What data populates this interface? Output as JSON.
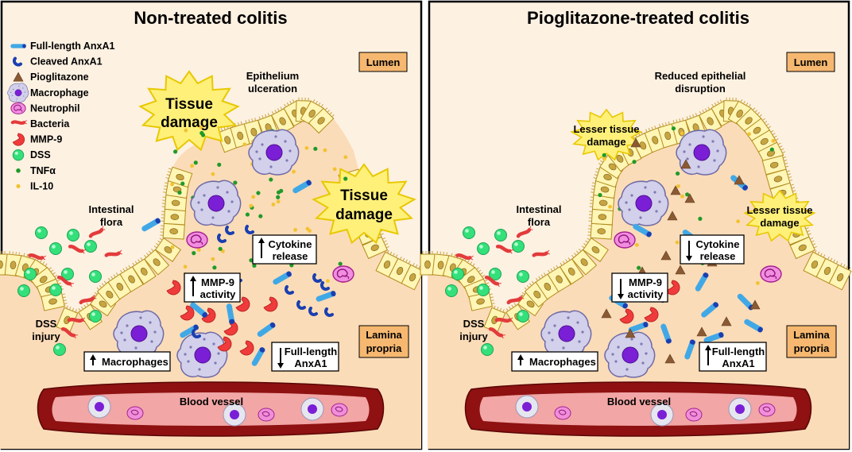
{
  "panels": [
    {
      "title": "Non-treated colitis",
      "lumen": "Lumen",
      "lamina": [
        "Lamina",
        "propria"
      ],
      "epithelium": [
        "Epithelium",
        "ulceration"
      ],
      "flora": [
        "Intestinal",
        "flora"
      ],
      "dss_injury": [
        "DSS",
        "injury"
      ],
      "damage_main": [
        "Tissue",
        "damage"
      ],
      "damage_second": [
        "Tissue",
        "damage"
      ],
      "cytokine": [
        "Cytokine",
        "release"
      ],
      "cytokine_arrow": "up",
      "mmp": [
        "MMP-9",
        "activity"
      ],
      "mmp_arrow": "up",
      "macrophages": "Macrophages",
      "anxa1": [
        "Full-length",
        "AnxA1"
      ],
      "anxa1_arrow": "down",
      "blood_vessel": "Blood vessel"
    },
    {
      "title": "Pioglitazone-treated colitis",
      "lumen": "Lumen",
      "lamina": [
        "Lamina",
        "propria"
      ],
      "epithelium": [
        "Reduced epithelial",
        "disruption"
      ],
      "flora": [
        "Intestinal",
        "flora"
      ],
      "dss_injury": [
        "DSS",
        "injury"
      ],
      "damage_main": [
        "Lesser tissue",
        "damage"
      ],
      "damage_second": [
        "Lesser tissue",
        "damage"
      ],
      "cytokine": [
        "Cytokine",
        "release"
      ],
      "cytokine_arrow": "down",
      "mmp": [
        "MMP-9",
        "activity"
      ],
      "mmp_arrow": "down",
      "macrophages": "Macrophages",
      "anxa1": [
        "Full-length",
        "AnxA1"
      ],
      "anxa1_arrow": "up",
      "blood_vessel": "Blood vessel"
    }
  ],
  "legend": [
    {
      "label": "Full-length AnxA1",
      "icon": "full-length-anxa1-icon"
    },
    {
      "label": "Cleaved AnxA1",
      "icon": "cleaved-anxa1-icon"
    },
    {
      "label": "Pioglitazone",
      "icon": "pioglitazone-icon"
    },
    {
      "label": "Macrophage",
      "icon": "macrophage-icon"
    },
    {
      "label": "Neutrophil",
      "icon": "neutrophil-icon"
    },
    {
      "label": "Bacteria",
      "icon": "bacteria-icon"
    },
    {
      "label": "MMP-9",
      "icon": "mmp9-icon"
    },
    {
      "label": "DSS",
      "icon": "dss-icon"
    },
    {
      "label": "TNFα",
      "icon": "tnfa-icon"
    },
    {
      "label": "IL-10",
      "icon": "il10-icon"
    }
  ],
  "colors": {
    "background": "#fdf1e2",
    "tissue": "#fbdcb8",
    "label_box": "#f6b870",
    "epithelial_cell": "#fff6b5",
    "nucleus": "#c7a542",
    "anxa1": "#41a8e6",
    "anxa1_cap": "#1a3fb0",
    "pioglitazone": "#8a5a34",
    "macrophage": "#c9c7e6",
    "macrophage_nucleus": "#7a1fd6",
    "neutrophil": "#ee6fd6",
    "bacteria": "#ee3b3b",
    "mmp9": "#ef3b3b",
    "dss": "#34e07a",
    "tnfa": "#1f9a2a",
    "il10": "#f2c232",
    "damage": "#fff07a",
    "vessel": "#8f1111",
    "vessel_lumen": "#f2a6a6"
  }
}
